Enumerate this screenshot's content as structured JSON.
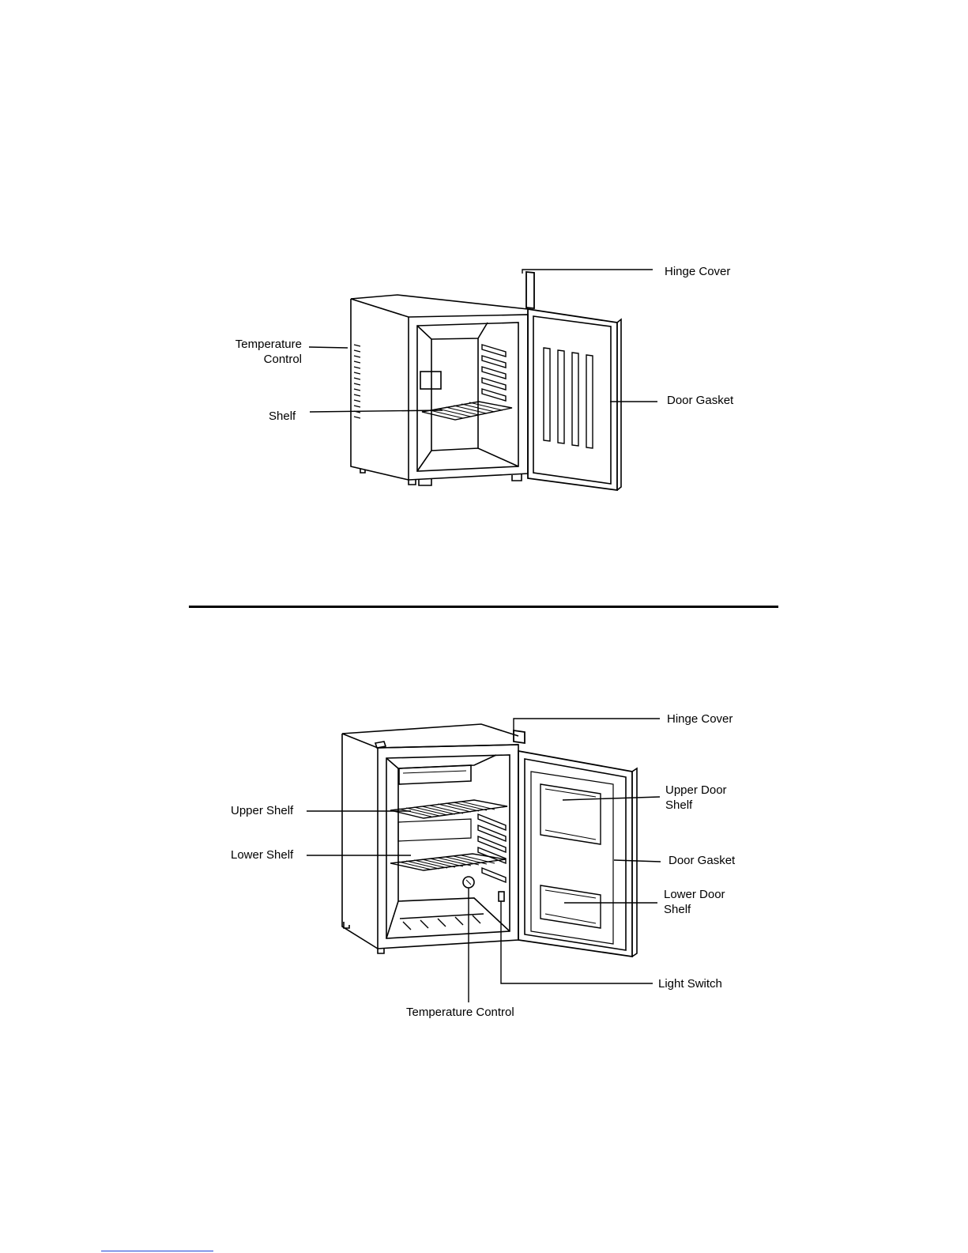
{
  "figure1": {
    "labels": {
      "hinge_cover": "Hinge Cover",
      "temperature_control_line1": "Temperature",
      "temperature_control_line2": "Control",
      "shelf": "Shelf",
      "door_gasket": "Door Gasket"
    }
  },
  "figure2": {
    "labels": {
      "hinge_cover": "Hinge Cover",
      "upper_door_shelf_line1": "Upper Door",
      "upper_door_shelf_line2": "Shelf",
      "upper_shelf": "Upper Shelf",
      "lower_shelf": "Lower Shelf",
      "door_gasket": "Door Gasket",
      "lower_door_shelf_line1": "Lower Door",
      "lower_door_shelf_line2": "Shelf",
      "light_switch": "Light Switch",
      "temperature_control": "Temperature Control"
    }
  },
  "colors": {
    "line": "#000000",
    "footnote_rule": "#1a3fd6"
  }
}
